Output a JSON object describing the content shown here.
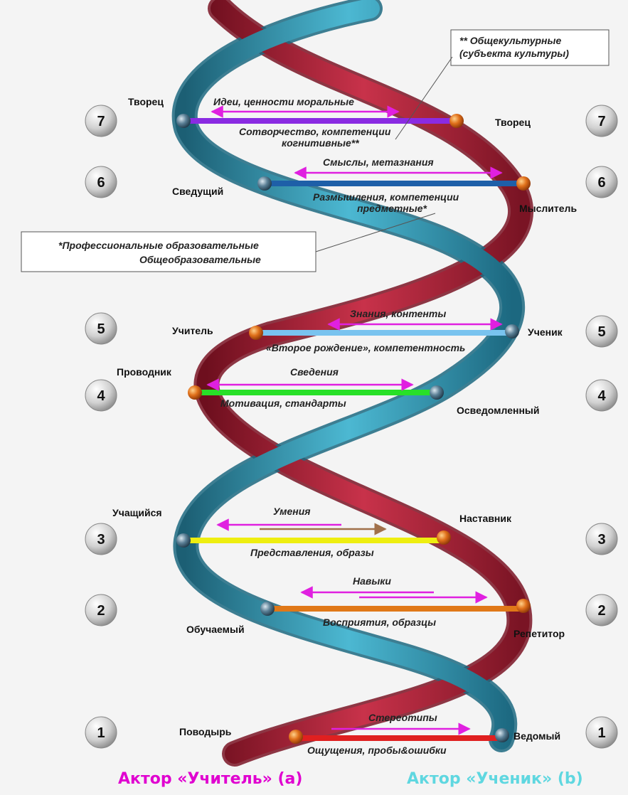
{
  "levels": [
    {
      "num": "1",
      "left": "Поводырь",
      "right": "Ведомый",
      "top": "Стереотипы",
      "bottom": "Ощущения, пробы&ошибки"
    },
    {
      "num": "2",
      "left": "Обучаемый",
      "right": "Репетитор",
      "top": "Навыки",
      "bottom": "Восприятия, образцы"
    },
    {
      "num": "3",
      "left": "Учащийся",
      "right": "Наставник",
      "top": "Умения",
      "bottom": "Представления, образы"
    },
    {
      "num": "4",
      "left": "Проводник",
      "right": "Осведомленный",
      "top": "Сведения",
      "bottom": "Мотивация, стандарты"
    },
    {
      "num": "5",
      "left": "Учитель",
      "right": "Ученик",
      "top": "Знания, контенты",
      "bottom": "«Второе рождение», компетентность"
    },
    {
      "num": "6",
      "left": "Сведущий",
      "right": "Мыслитель",
      "top": "Смыслы, метазнания",
      "bottom1": "Размышления, компетенции",
      "bottom2": "предметные*"
    },
    {
      "num": "7",
      "left": "Творец",
      "right": "Творец",
      "top": "Идеи, ценности моральные",
      "bottom1": "Сотворчество, компетенции",
      "bottom2": "когнитивные**"
    }
  ],
  "note_top": {
    "line1": "** Общекультурные",
    "line2": "(субъекта культуры)"
  },
  "note_mid": {
    "line1": "*Профессиональные образовательные",
    "line2": "Общеобразовательные"
  },
  "footer": {
    "left": "Актор «Учитель» (a)",
    "right": "Актор «Ученик» (b)"
  },
  "colors": {
    "red_strand": "#a8263a",
    "blue_strand": "#2f93ad",
    "rung_7": "#8a2be2",
    "rung_6": "#1e5fa8",
    "rung_5": "#79c3ef",
    "rung_4": "#28e028",
    "rung_3": "#eeee10",
    "rung_2": "#e07818",
    "rung_1": "#e02020",
    "arrow": "#e020e0",
    "footer_left": "#e000d0",
    "footer_right": "#5fd7e0"
  }
}
